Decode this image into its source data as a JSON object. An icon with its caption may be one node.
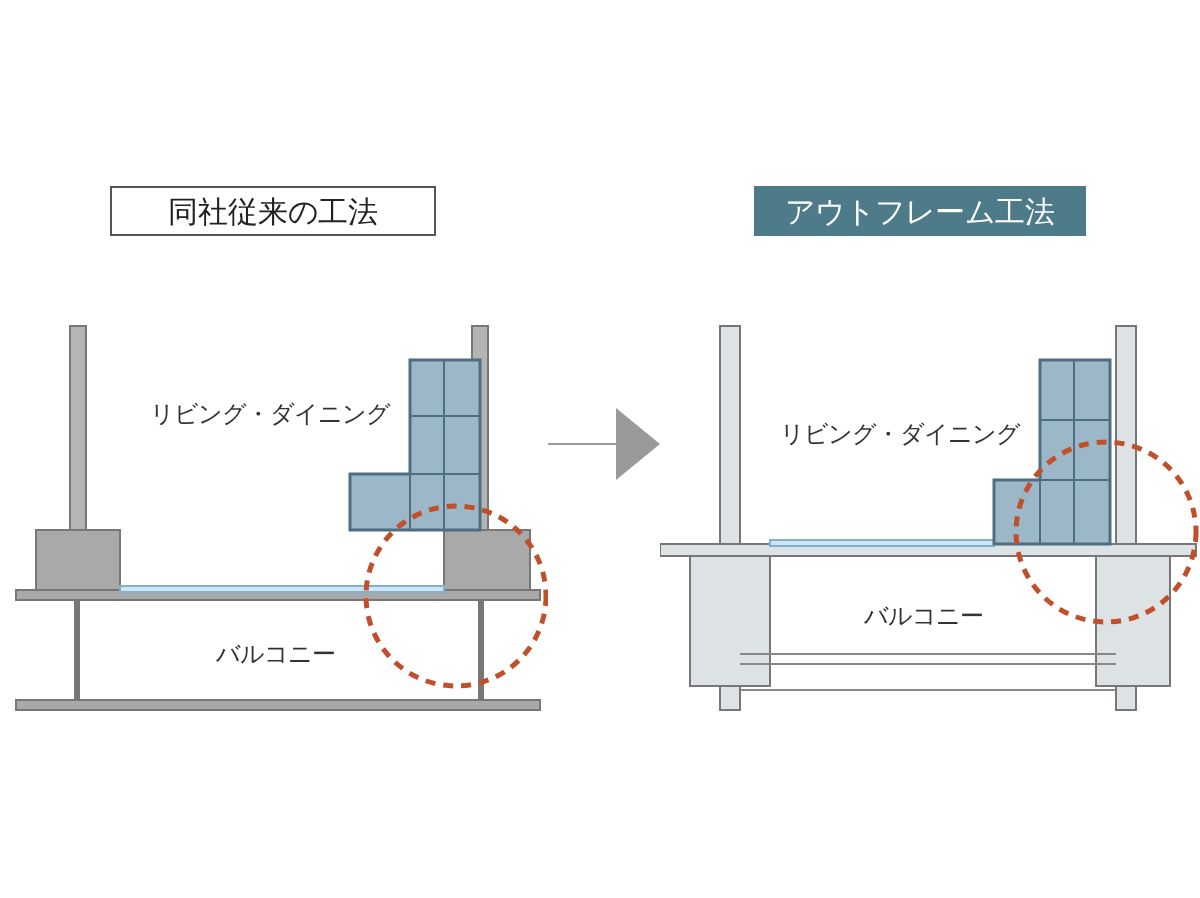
{
  "diagram": {
    "nodes": [
      {
        "text": [
          "同社従来の工法"
        ]
      },
      {
        "text": [
          "アウトフレーム工法"
        ]
      },
      {
        "text": [],
        "shape": "picture"
      },
      {
        "text": [],
        "shape": "picture"
      }
    ],
    "edges": [
      {
        "from": 2,
        "to": 3,
        "arrow": "to"
      }
    ],
    "labels": [
      "リビング・ダイニング",
      "バルコニー",
      "リビング・ダイニング",
      "バルコニー"
    ]
  }
}
